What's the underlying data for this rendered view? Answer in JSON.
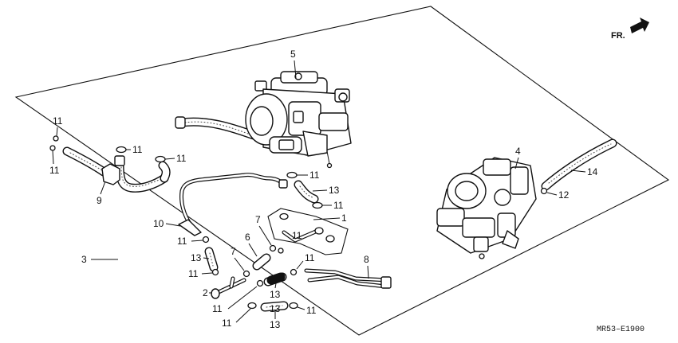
{
  "labels": {
    "l1": "1",
    "l2": "2",
    "l3": "3",
    "l4": "4",
    "l5": "5",
    "l6": "6",
    "l7a": "7",
    "l7b": "7",
    "l8": "8",
    "l9": "9",
    "l10": "10",
    "l11a": "11",
    "l11b": "11",
    "l11c": "11",
    "l11d": "11",
    "l11e": "11",
    "l11f": "11",
    "l11g": "11",
    "l11h": "11",
    "l11i": "11",
    "l11j": "11",
    "l11k": "11",
    "l11l": "11",
    "l11m": "11",
    "l12": "12",
    "l13a": "13",
    "l13b": "13",
    "l13c": "13",
    "l13d": "13",
    "l13e": "13",
    "l14": "14"
  },
  "direction": "FR.",
  "diagram_code": "MR53–E1900",
  "colors": {
    "ink": "#111111",
    "paper": "#ffffff",
    "hose_dots": "#444444"
  }
}
